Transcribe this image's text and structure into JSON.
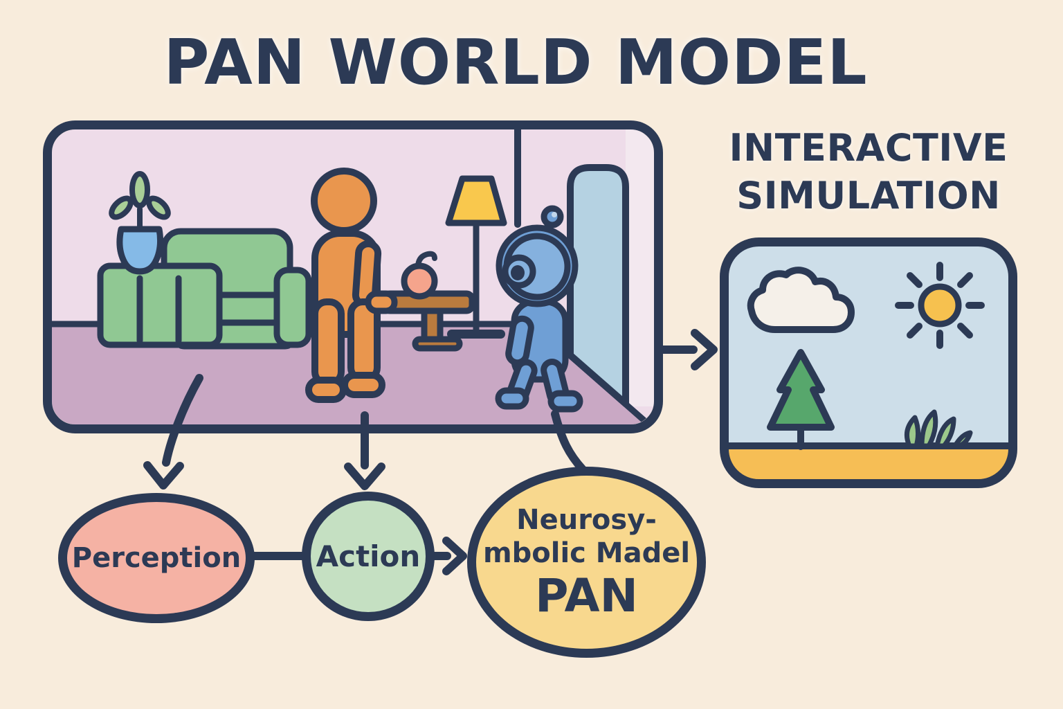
{
  "title": "PAN WORLD MODEL",
  "simulation": {
    "heading": [
      "INTERACTIVE",
      "SIMULATION"
    ],
    "icons": [
      "cloud-icon",
      "sun-icon",
      "pine-tree-icon",
      "grass-icon",
      "ground"
    ]
  },
  "scene": {
    "name": "living-room-scene",
    "icons": [
      "plant-icon",
      "vase-icon",
      "couch-icon",
      "person-icon",
      "coffee-table-icon",
      "apple-icon",
      "floor-lamp-icon",
      "wall-corner-line",
      "door-icon",
      "robot-icon"
    ]
  },
  "flow": {
    "perception_label": "Perception",
    "action_label": "Action",
    "pan_lines": [
      "Neurosy-",
      "mbolic Madel",
      "PAN"
    ]
  },
  "palette": {
    "background": "#f8ecdc",
    "outline_navy": "#2c3a55",
    "scene_wall_pink": "#eedce9",
    "scene_floor_mauve": "#c9a8c4",
    "couch_green": "#90c893",
    "person_orange": "#e9964e",
    "robot_blue": "#6f9fd5",
    "door_blue": "#b5d2e2",
    "lamp_yellow": "#f9c84d",
    "table_brown": "#ba7b3e",
    "apple_salmon": "#f5a48c",
    "vase_blue": "#85bae7",
    "leaf_green": "#a9cf97",
    "sim_sky_blue": "#cddee9",
    "sim_ground_yellow": "#f6be55",
    "sun_yellow": "#f6c14f",
    "tree_green": "#57a76c",
    "grass_green": "#9cc88b",
    "cloud_white": "#f5f0e9",
    "perception_pink": "#f5b2a4",
    "action_green": "#c5e0c2",
    "pan_yellow": "#f8d88e"
  }
}
